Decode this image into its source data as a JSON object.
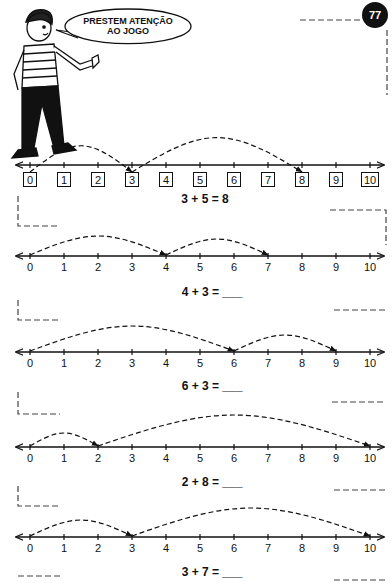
{
  "diagram": {
    "nodes": [
      {
        "text": [
          "PRESTEM ATENÇÃO AO JOGO"
        ]
      },
      {
        "text": [
          "77"
        ]
      },
      {
        "text": [
          "0"
        ]
      },
      {
        "text": [
          "1"
        ]
      },
      {
        "text": [
          "2"
        ]
      },
      {
        "text": [
          "3"
        ]
      },
      {
        "text": [
          "4"
        ]
      },
      {
        "text": [
          "5"
        ]
      },
      {
        "text": [
          "6"
        ]
      },
      {
        "text": [
          "7"
        ]
      },
      {
        "text": [
          "8"
        ]
      },
      {
        "text": [
          "9"
        ]
      },
      {
        "text": [
          "10"
        ]
      }
    ],
    "edges": [
      {
        "from": 2,
        "to": 5,
        "arrow": "to"
      },
      {
        "from": 5,
        "to": 10,
        "arrow": "to"
      }
    ],
    "labels": [
      "3 + 5 = 8",
      "0",
      "1",
      "2",
      "3",
      "4",
      "5",
      "6",
      "7",
      "8",
      "9",
      "10",
      "4 + 3 = ___",
      "0",
      "1",
      "2",
      "3",
      "4",
      "5",
      "6",
      "7",
      "8",
      "9",
      "10",
      "6 + 3 = ___",
      "0",
      "1",
      "2",
      "3",
      "4",
      "5",
      "6",
      "7",
      "8",
      "9",
      "10",
      "2 + 8 = ___",
      "0",
      "1",
      "2",
      "3",
      "4",
      "5",
      "6",
      "7",
      "8",
      "9",
      "10",
      "3 + 7 = ___"
    ]
  }
}
